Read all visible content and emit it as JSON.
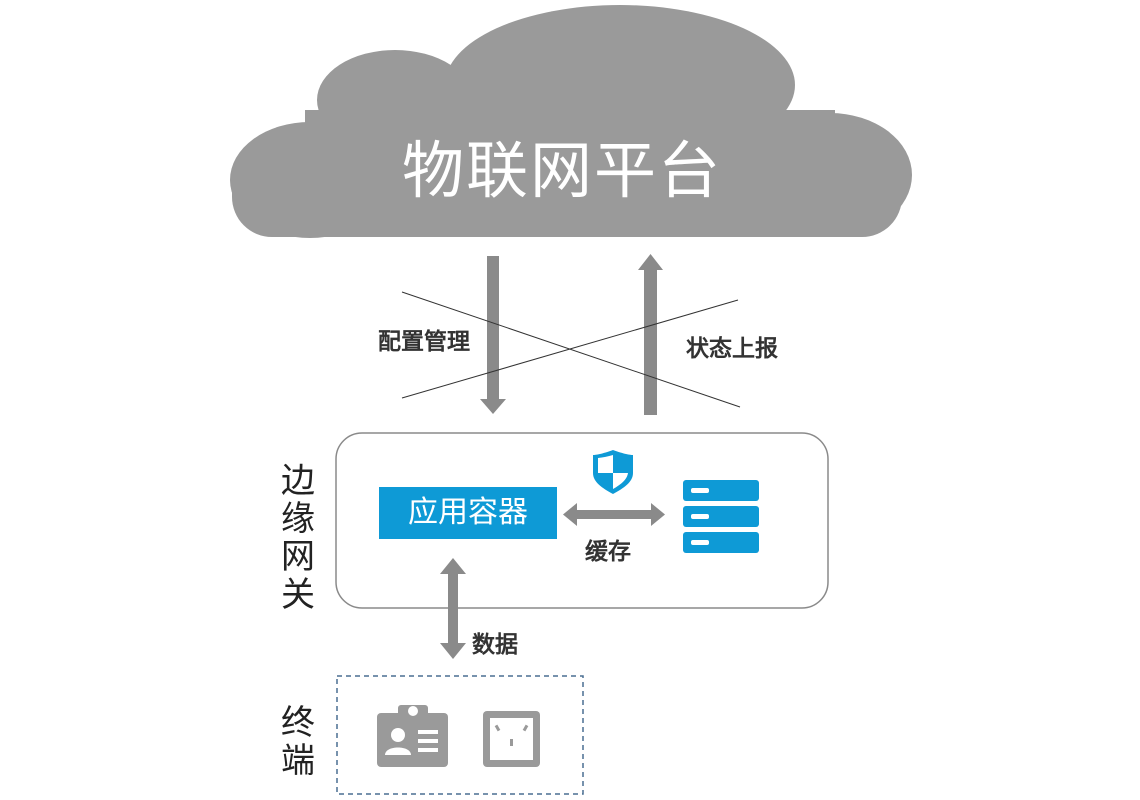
{
  "platform": {
    "title": "物联网平台"
  },
  "flows": {
    "config_label": "配置管理",
    "status_label": "状态上报",
    "cache_label": "缓存",
    "data_label": "数据"
  },
  "gateway": {
    "label": "边缘网关",
    "app_container": "应用容器"
  },
  "terminal": {
    "label": "终端"
  },
  "icons": {
    "security": "shield-icon",
    "storage": "server-stack-icon",
    "device_a": "id-badge-icon",
    "device_b": "power-socket-icon"
  },
  "colors": {
    "cloud": "#9a9a9a",
    "accent": "#0e9ad6",
    "arrow": "#8a8a8a",
    "dashed_border": "#4a6f92"
  }
}
